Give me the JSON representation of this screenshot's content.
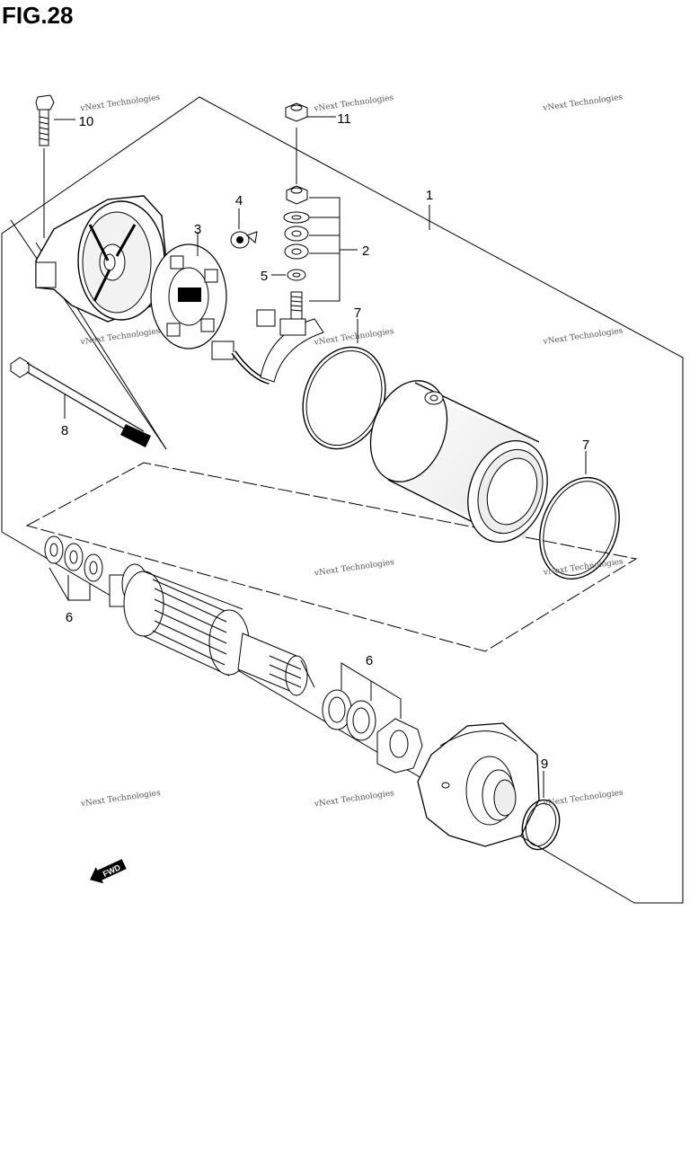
{
  "title": "FIG.28",
  "callouts": [
    "1",
    "2",
    "3",
    "4",
    "5",
    "6",
    "7",
    "8",
    "9",
    "10",
    "11"
  ],
  "watermark": "vNext Technologies",
  "fwd_label": "FWD"
}
